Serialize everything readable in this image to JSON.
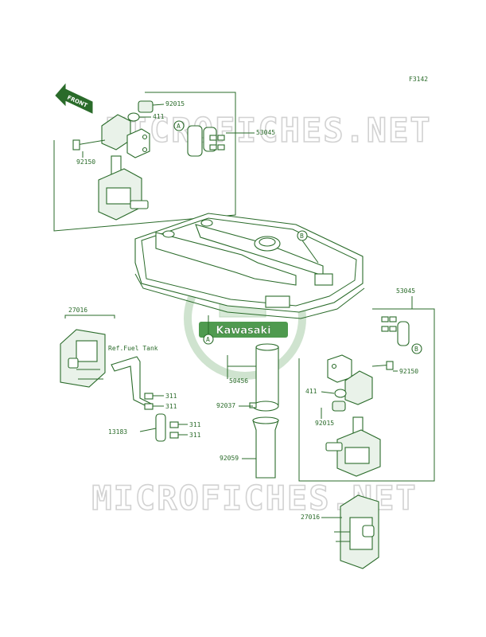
{
  "figure_code": "F3142",
  "watermark": "MICROFICHES.NET",
  "logo_text": "Kawasaki",
  "front_arrow": "FRONT",
  "ref_note": "Ref.Fuel Tank",
  "callouts": {
    "a": "A",
    "b": "B"
  },
  "labels": {
    "p92015_top": "92015",
    "p411_top": "411",
    "p53045_top": "53045",
    "p92150_top": "92150",
    "p53045_right": "53045",
    "p27016_left": "27016",
    "p311_a": "311",
    "p311_b": "311",
    "p311_c": "311",
    "p311_d": "311",
    "p13183": "13183",
    "p50456": "50456",
    "p92037": "92037",
    "p92059": "92059",
    "p411_right": "411",
    "p92150_right": "92150",
    "p92015_right": "92015",
    "p27016_bottom": "27016"
  }
}
